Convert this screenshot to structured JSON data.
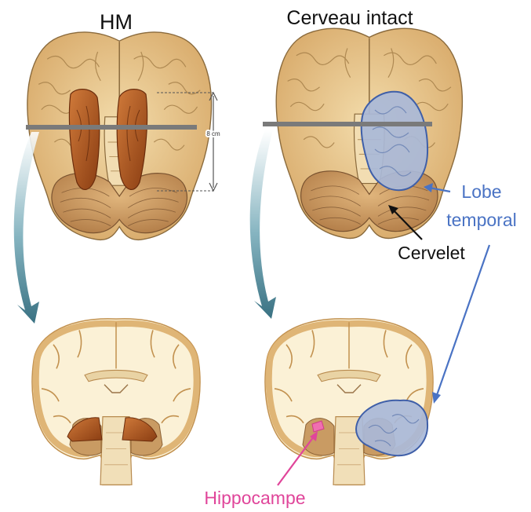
{
  "titles": {
    "left": "HM",
    "right": "Cerveau intact"
  },
  "measure": {
    "text": "8 cm"
  },
  "labels": {
    "lobe_line1": "Lobe",
    "lobe_line2": "temporal",
    "cervelet": "Cervelet",
    "hippocampe": "Hippocampe"
  },
  "colors": {
    "title_text": "#111111",
    "lobe_label": "#4a73c4",
    "lobe_fill": "#a9b9d8",
    "lobe_stroke": "#3f5fa8",
    "cervelet_label": "#111111",
    "hippocampe_label": "#e0459a",
    "hippocampe_fill": "#f06fb0",
    "lesion": "#b3561c",
    "brain_surface": "#e7c78f",
    "white_matter": "#fbf1d6",
    "grey_matter": "#d9ad69",
    "cut_bar": "#7a7a7a",
    "section_arrow": "#4b8597"
  }
}
